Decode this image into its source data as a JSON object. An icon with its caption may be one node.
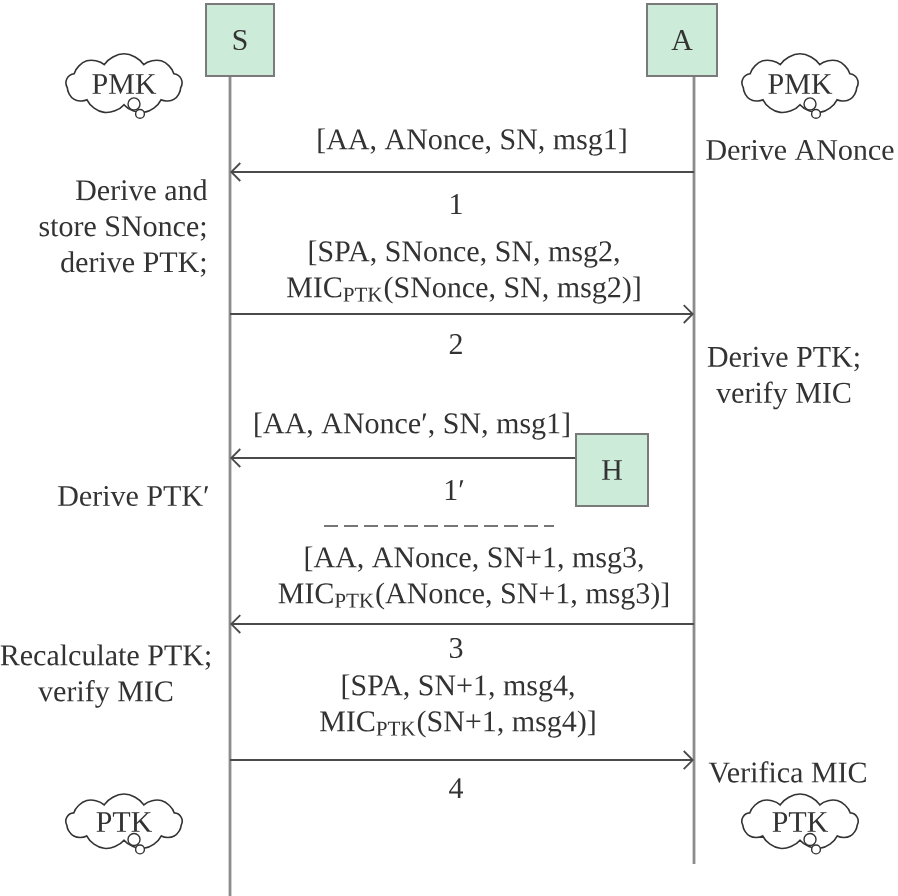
{
  "diagram": {
    "nodes": [
      {
        "text": [
          "S"
        ]
      },
      {
        "text": [
          "A"
        ]
      },
      {
        "text": [
          "PMK"
        ]
      },
      {
        "text": [
          "PMK"
        ]
      },
      {
        "text": [
          "H"
        ]
      },
      {
        "text": [
          "PTK"
        ]
      },
      {
        "text": [
          "PTK"
        ]
      }
    ],
    "edges": [
      {
        "from": 1,
        "to": 0,
        "arrow": "to",
        "label": "[AA, ANonce, SN, msg1]"
      },
      {
        "from": 0,
        "to": 1,
        "arrow": "to",
        "label": "[SPA, SNonce, SN, msg2, MIC$_{PTK}$(SNonce, SN, msg2)]"
      },
      {
        "from": 4,
        "to": 0,
        "arrow": "to",
        "label": "[AA, ANonce′, SN, msg1]"
      },
      {
        "from": 1,
        "to": 0,
        "arrow": "to",
        "label": "[AA, ANonce, SN+1, msg3, MIC$_{PTK}$(ANonce, SN+1, msg3)]"
      },
      {
        "from": 0,
        "to": 1,
        "arrow": "to",
        "label": "[SPA, SN+1, msg4, MIC$_{PTK}$(SN+1, msg4)]"
      }
    ],
    "labels": [
      "Derive ANonce",
      "Derive and store SNonce; derive PTK;",
      "1",
      "2",
      "Derive PTK; verify MIC",
      "Derive PTK′",
      "1′",
      "Recalculate PTK; verify MIC",
      "3",
      "4",
      "Verifica MIC"
    ]
  }
}
